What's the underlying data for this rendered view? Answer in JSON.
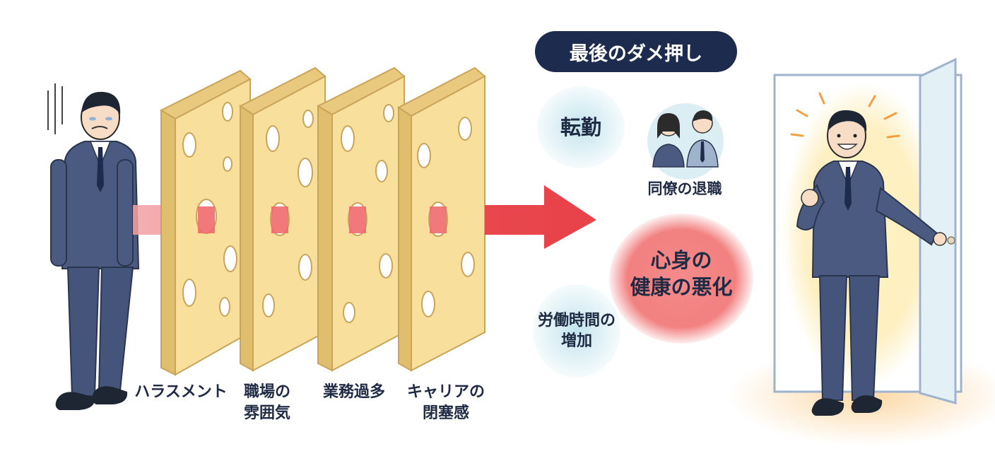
{
  "badge": {
    "label": "最後のダメ押し"
  },
  "layers": [
    {
      "line1": "ハラスメント",
      "line2": ""
    },
    {
      "line1": "職場の",
      "line2": "雰囲気"
    },
    {
      "line1": "業務過多",
      "line2": ""
    },
    {
      "line1": "キャリアの",
      "line2": "閉塞感"
    }
  ],
  "triggers": {
    "transfer": "転勤",
    "coworker_leaving": "同僚の退職",
    "health": {
      "line1": "心身の",
      "line2": "健康の悪化"
    },
    "hours": {
      "line1": "労働時間の",
      "line2": "増加"
    }
  },
  "colors": {
    "navy": "#1d2b4e",
    "arrow_red": "#e8434a",
    "cheese": "#f8df9c",
    "cheese_edge": "#c9a45a",
    "blob_blue": "#bfe3ec",
    "blob_red": "#f06b6b",
    "door_glow": "#fff3b0",
    "suit": "#4a5a80"
  },
  "icons": {
    "person_left": "sad-businessman-icon",
    "person_right": "happy-businessman-icon",
    "door": "open-door-icon",
    "coworkers": "coworkers-icon"
  }
}
